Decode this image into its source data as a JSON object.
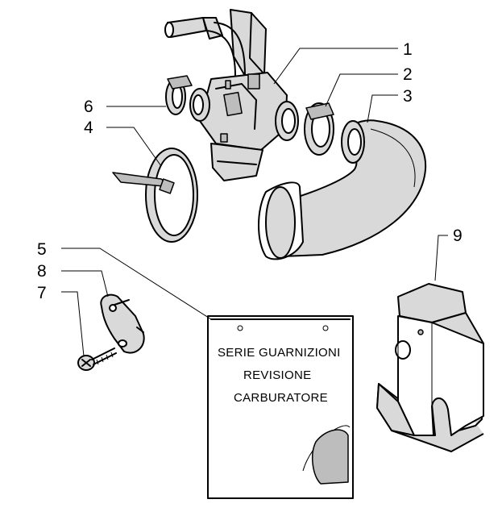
{
  "callouts": {
    "c1": "1",
    "c2": "2",
    "c3": "3",
    "c4": "4",
    "c5": "5",
    "c6": "6",
    "c7": "7",
    "c8": "8",
    "c9": "9"
  },
  "gasket_kit": {
    "line1": "SERIE GUARNIZIONI",
    "line2": "REVISIONE",
    "line3": "CARBURATORE"
  }
}
